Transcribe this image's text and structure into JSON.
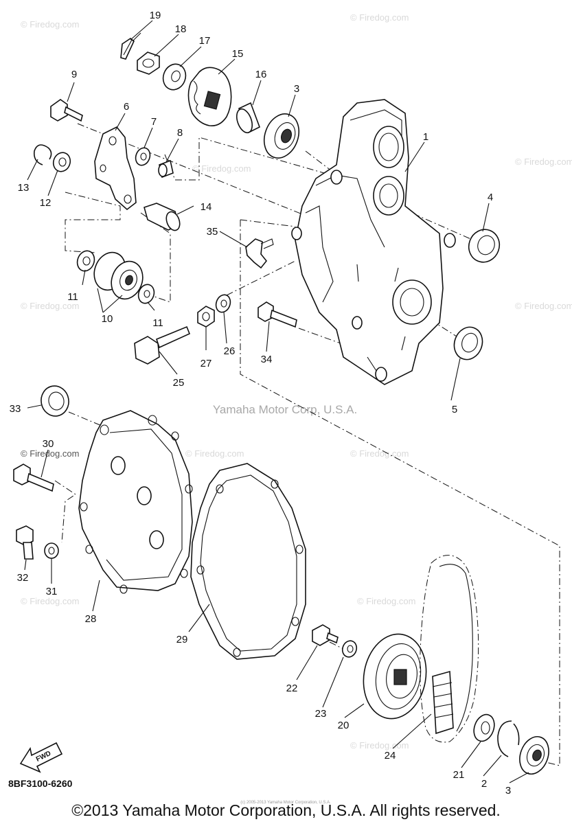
{
  "watermark": {
    "center_text": "Yamaha Motor Corp, U.S.A.",
    "site_text": "© Firedog.com",
    "tiny_text": "(c) 2005-2013 Yamaha Motor Corporation, U.S.A."
  },
  "drawing_code": "8BF3100-6260",
  "fwd_label": "FWD",
  "footer": "©2013 Yamaha Motor Corporation, U.S.A. All rights reserved.",
  "part_labels": {
    "p1": "1",
    "p2": "2",
    "p3a": "3",
    "p3b": "3",
    "p4": "4",
    "p5": "5",
    "p6": "6",
    "p7": "7",
    "p8": "8",
    "p9": "9",
    "p10": "10",
    "p11a": "11",
    "p11b": "11",
    "p12": "12",
    "p13": "13",
    "p14": "14",
    "p15": "15",
    "p16": "16",
    "p17": "17",
    "p18": "18",
    "p19": "19",
    "p20": "20",
    "p21": "21",
    "p22": "22",
    "p23": "23",
    "p24": "24",
    "p25": "25",
    "p26": "26",
    "p27": "27",
    "p28": "28",
    "p29": "29",
    "p30": "30",
    "p31": "31",
    "p32": "32",
    "p33": "33",
    "p34": "34",
    "p35": "35"
  }
}
